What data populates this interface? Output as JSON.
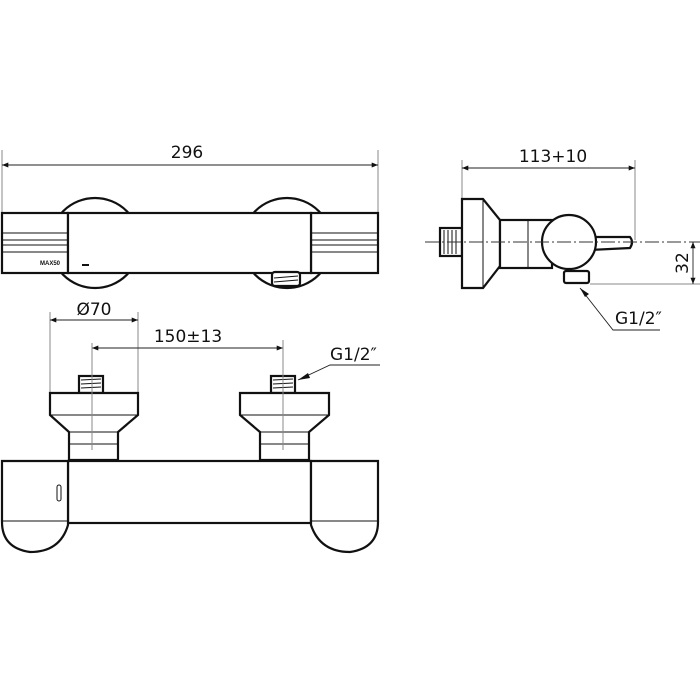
{
  "top_view": {
    "overall_width": "296",
    "marking": "MAX50"
  },
  "side_view": {
    "depth": "113+10",
    "outlet_offset": "32",
    "outlet_thread": "G1/2″"
  },
  "front_view": {
    "flange_diameter": "Ø70",
    "inlet_spacing": "150±13",
    "inlet_thread": "G1/2″"
  }
}
